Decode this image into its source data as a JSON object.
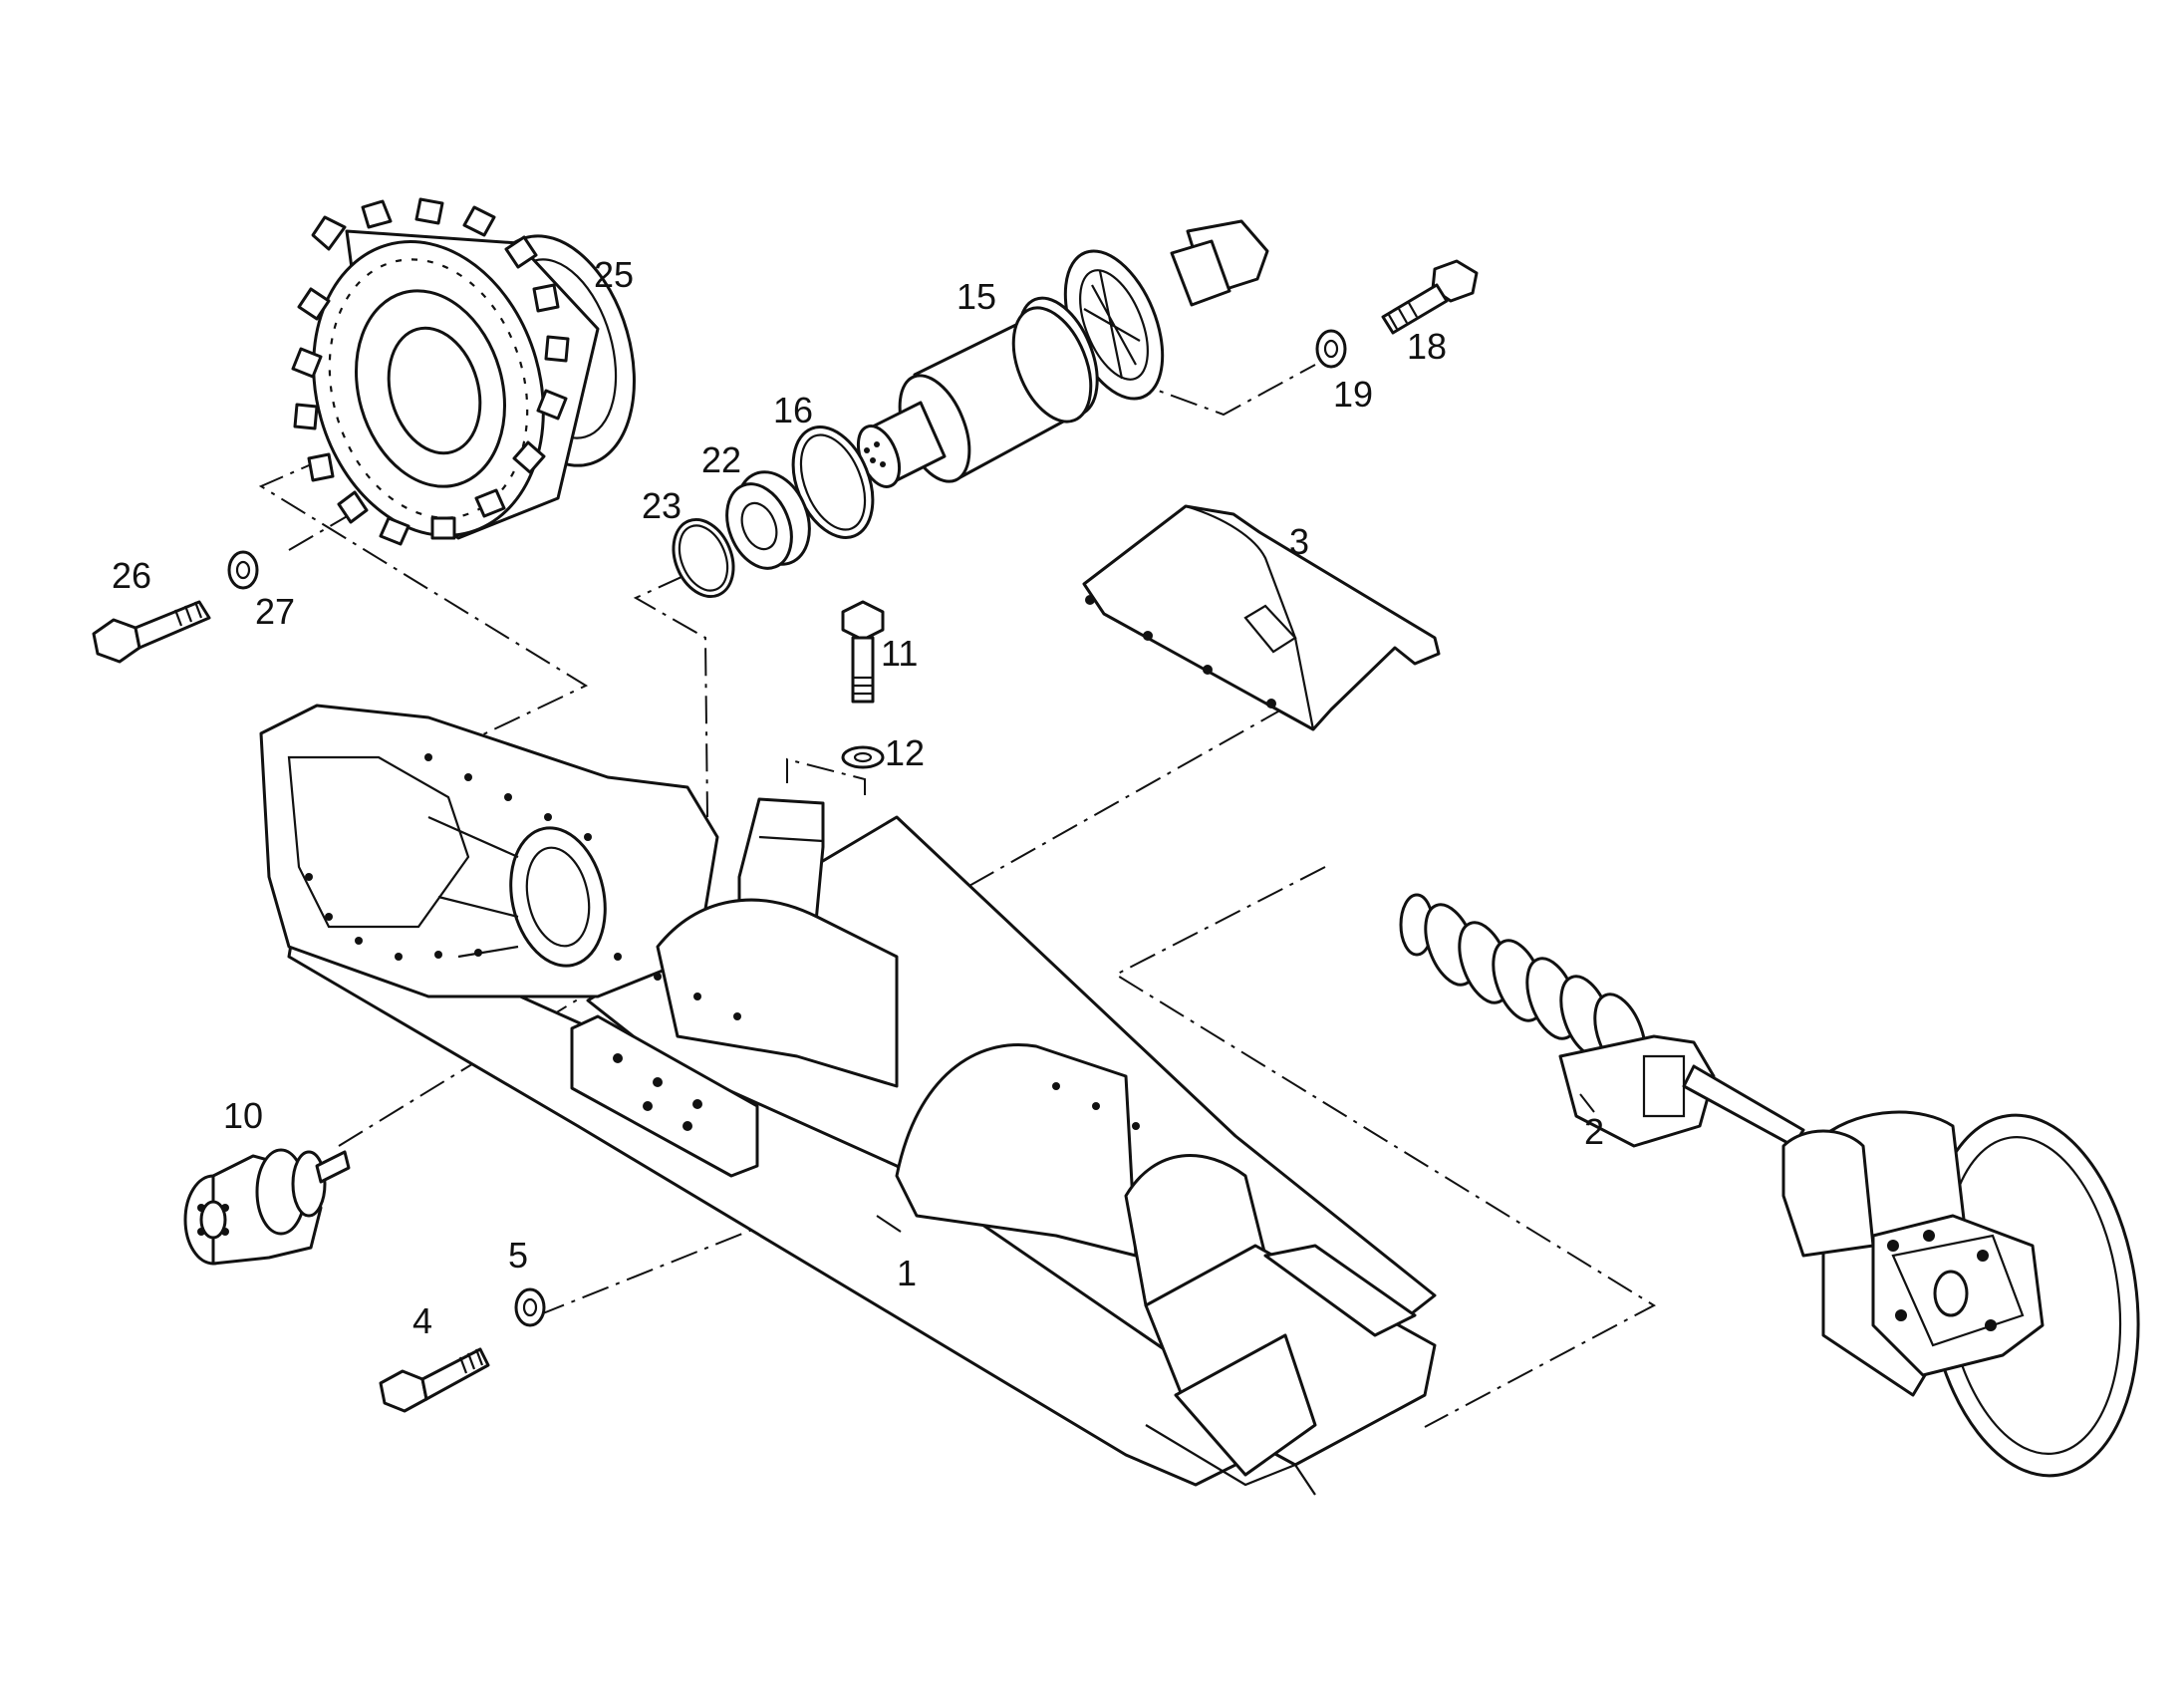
{
  "diagram": {
    "callouts": [
      {
        "id": "c1",
        "text": "1"
      },
      {
        "id": "c2",
        "text": "2"
      },
      {
        "id": "c3",
        "text": "3"
      },
      {
        "id": "c4",
        "text": "4"
      },
      {
        "id": "c5",
        "text": "5"
      },
      {
        "id": "c10",
        "text": "10"
      },
      {
        "id": "c11",
        "text": "11"
      },
      {
        "id": "c12",
        "text": "12"
      },
      {
        "id": "c15",
        "text": "15"
      },
      {
        "id": "c16",
        "text": "16"
      },
      {
        "id": "c18",
        "text": "18"
      },
      {
        "id": "c19",
        "text": "19"
      },
      {
        "id": "c22",
        "text": "22"
      },
      {
        "id": "c23",
        "text": "23"
      },
      {
        "id": "c25",
        "text": "25"
      },
      {
        "id": "c26",
        "text": "26"
      },
      {
        "id": "c27",
        "text": "27"
      }
    ]
  }
}
